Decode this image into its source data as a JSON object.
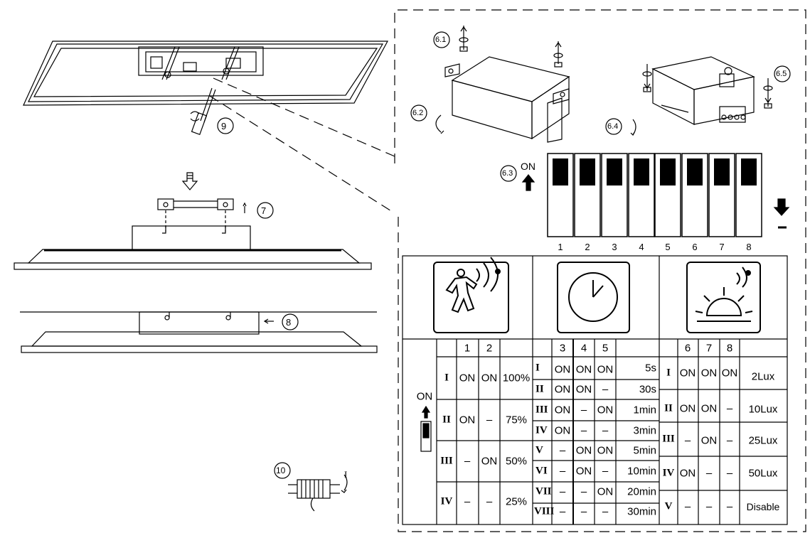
{
  "steps": {
    "s9": "9",
    "s7": "7",
    "s8": "8",
    "s10": "10",
    "s6_1": "6.1",
    "s6_2": "6.2",
    "s6_3": "6.3",
    "s6_4": "6.4",
    "s6_5": "6.5",
    "s10_mark": "I"
  },
  "dip": {
    "on_label": "ON",
    "minus": "-",
    "switch_numbers": [
      "1",
      "2",
      "3",
      "4",
      "5",
      "6",
      "7",
      "8"
    ]
  },
  "table": {
    "on_label": "ON",
    "icons": [
      "motion-sensor-icon",
      "clock-icon",
      "daylight-sensor-icon"
    ],
    "group1": {
      "headers": [
        "1",
        "2"
      ],
      "rows": [
        {
          "mode": "I",
          "s1": "ON",
          "s2": "ON",
          "value": "100%"
        },
        {
          "mode": "II",
          "s1": "ON",
          "s2": "–",
          "value": "75%"
        },
        {
          "mode": "III",
          "s1": "–",
          "s2": "ON",
          "value": "50%"
        },
        {
          "mode": "IV",
          "s1": "–",
          "s2": "–",
          "value": "25%"
        }
      ]
    },
    "group2": {
      "headers": [
        "3",
        "4",
        "5"
      ],
      "rows": [
        {
          "mode": "I",
          "s3": "ON",
          "s4": "ON",
          "s5": "ON",
          "value": "5s"
        },
        {
          "mode": "II",
          "s3": "ON",
          "s4": "ON",
          "s5": "–",
          "value": "30s"
        },
        {
          "mode": "III",
          "s3": "ON",
          "s4": "–",
          "s5": "ON",
          "value": "1min"
        },
        {
          "mode": "IV",
          "s3": "ON",
          "s4": "–",
          "s5": "–",
          "value": "3min"
        },
        {
          "mode": "V",
          "s3": "–",
          "s4": "ON",
          "s5": "ON",
          "value": "5min"
        },
        {
          "mode": "VI",
          "s3": "–",
          "s4": "ON",
          "s5": "–",
          "value": "10min"
        },
        {
          "mode": "VII",
          "s3": "–",
          "s4": "–",
          "s5": "ON",
          "value": "20min"
        },
        {
          "mode": "VIII",
          "s3": "–",
          "s4": "–",
          "s5": "–",
          "value": "30min"
        }
      ]
    },
    "group3": {
      "headers": [
        "6",
        "7",
        "8"
      ],
      "rows": [
        {
          "mode": "I",
          "s6": "ON",
          "s7": "ON",
          "s8": "ON",
          "value": "2Lux"
        },
        {
          "mode": "II",
          "s6": "ON",
          "s7": "ON",
          "s8": "–",
          "value": "10Lux"
        },
        {
          "mode": "III",
          "s6": "–",
          "s7": "ON",
          "s8": "–",
          "value": "25Lux"
        },
        {
          "mode": "IV",
          "s6": "ON",
          "s7": "–",
          "s8": "–",
          "value": "50Lux"
        },
        {
          "mode": "V",
          "s6": "–",
          "s7": "–",
          "s8": "–",
          "value": "Disable"
        }
      ]
    }
  }
}
